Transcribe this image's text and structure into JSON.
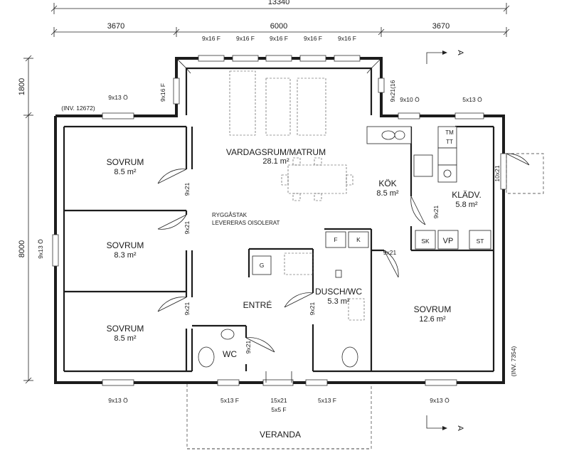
{
  "dimensions": {
    "overall": "13340",
    "left_segment": "3670",
    "middle_segment": "6000",
    "right_segment": "3670",
    "left_vertical_top": "1800",
    "left_vertical_main": "8000"
  },
  "windows": {
    "top_1": "9x16 F",
    "top_2": "9x16 F",
    "top_3": "9x16 F",
    "top_4": "9x16 F",
    "top_5": "9x16 F",
    "left_bay": "9x16 F",
    "top_left": "9x13 Ö",
    "bay_corner": "9x21(16",
    "top_right_a": "9x10 Ö",
    "top_right_b": "5x13 Ö",
    "left_side": "9x13 Ö",
    "bottom_left": "9x13 Ö",
    "bottom_mid_left": "5x13 F",
    "bottom_mid_right": "5x13 F",
    "bottom_right": "9x13 Ö",
    "entry_door": "15x21",
    "entry_glass": "5x5 F"
  },
  "inventory": {
    "left": "(INV. 12672)",
    "right": "(INV. 7354)"
  },
  "section_marker": "A",
  "rooms": {
    "bed1": {
      "name": "SOVRUM",
      "area": "8.5 m²"
    },
    "bed2": {
      "name": "SOVRUM",
      "area": "8.3 m²"
    },
    "bed3": {
      "name": "SOVRUM",
      "area": "8.5 m²"
    },
    "bed4": {
      "name": "SOVRUM",
      "area": "12.6 m²"
    },
    "living": {
      "name": "VARDAGSRUM/MATRUM",
      "area": "28.1 m²"
    },
    "kitchen": {
      "name": "KÖK",
      "area": "8.5 m²"
    },
    "closet": {
      "name": "KLÄDV.",
      "area": "5.8 m²"
    },
    "bath": {
      "name": "DUSCH/WC",
      "area": "5.3 m²"
    },
    "wc": {
      "name": "WC"
    },
    "entry": {
      "name": "ENTRÉ"
    },
    "veranda": {
      "name": "VERANDA"
    }
  },
  "notes": {
    "ridge_line1": "RYGGÅSTAK",
    "ridge_line2": "LEVERERAS OISOLERAT"
  },
  "doors": {
    "bed1": "9x21",
    "bed2": "9x21",
    "bed3": "9x21",
    "wc": "9x21",
    "bath": "9x21",
    "bed4": "9x21",
    "closet": "9x21",
    "side": "10x21"
  },
  "fixtures": {
    "tm": "TM",
    "tt": "TT",
    "sk": "SK",
    "vp": "VP",
    "st": "ST",
    "f": "F",
    "k": "K",
    "g": "G"
  }
}
